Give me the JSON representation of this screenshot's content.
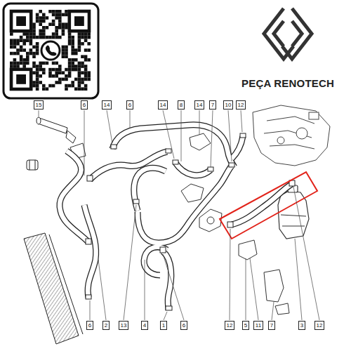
{
  "diagram": {
    "title": "PEÇA RENOTECH",
    "labels": [
      "15",
      "6",
      "14",
      "6",
      "14",
      "8",
      "14",
      "7",
      "10",
      "12",
      "6",
      "2",
      "13",
      "4",
      "1",
      "6",
      "12",
      "5",
      "11",
      "7",
      "3",
      "12"
    ]
  }
}
